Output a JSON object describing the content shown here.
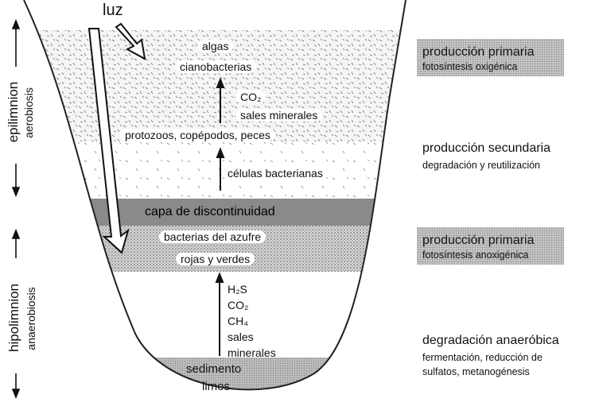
{
  "light_label": "luz",
  "lake": {
    "algas": "algas",
    "cianobacterias": "cianobacterias",
    "co2": "CO₂",
    "sales_minerales": "sales minerales",
    "protozoos": "protozoos, copépodos, peces",
    "celulas": "células bacterianas",
    "discontinuidad": "capa de discontinuidad",
    "bacterias_azufre": "bacterias del azufre",
    "rojas_verdes": "rojas y verdes",
    "h2s": "H₂S",
    "co2_b": "CO₂",
    "ch4": "CH₄",
    "sales": "sales",
    "minerales": "minerales",
    "sedimento": "sedimento",
    "limos": "limos"
  },
  "zones": {
    "epilimnion": "epilimnion",
    "aerobiosis": "aerobiosis",
    "hipolimnion": "hipolimnion",
    "anaerobiosis": "anaerobiosis"
  },
  "right": {
    "p1_title": "producción primaria",
    "p1_sub": "fotosíntesis oxigénica",
    "p2_title": "producción secundaria",
    "p2_sub": "degradación y reutilización",
    "p3_title": "producción primaria",
    "p3_sub": "fotosíntesis anoxigénica",
    "p4_title": "degradación anaeróbica",
    "p4_sub1": "fermentación, reducción de",
    "p4_sub2": "sulfatos, metanogénesis"
  }
}
